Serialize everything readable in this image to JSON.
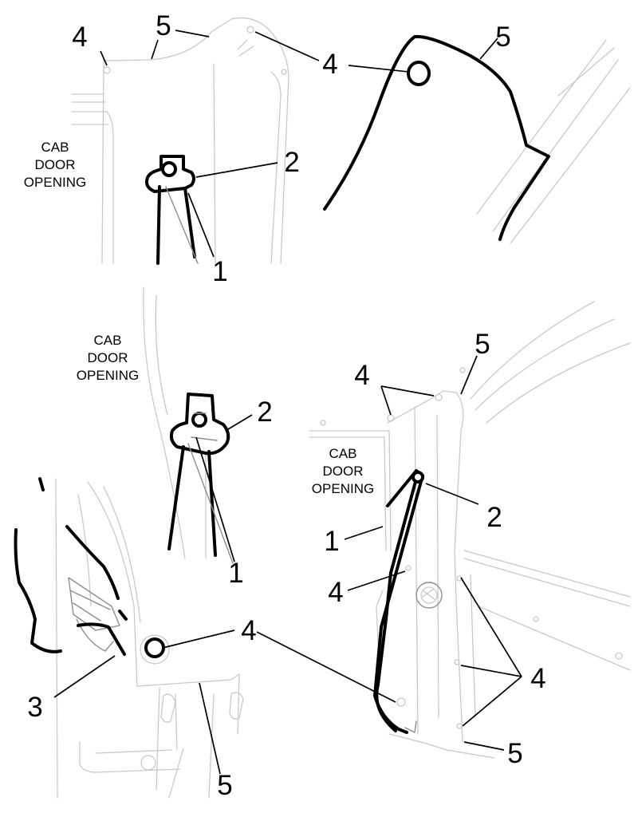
{
  "labels": {
    "item1": "1",
    "item2": "2",
    "item3": "3",
    "item4": "4",
    "item5": "5"
  },
  "cab_door_opening": [
    "CAB",
    "DOOR",
    "OPENING"
  ]
}
